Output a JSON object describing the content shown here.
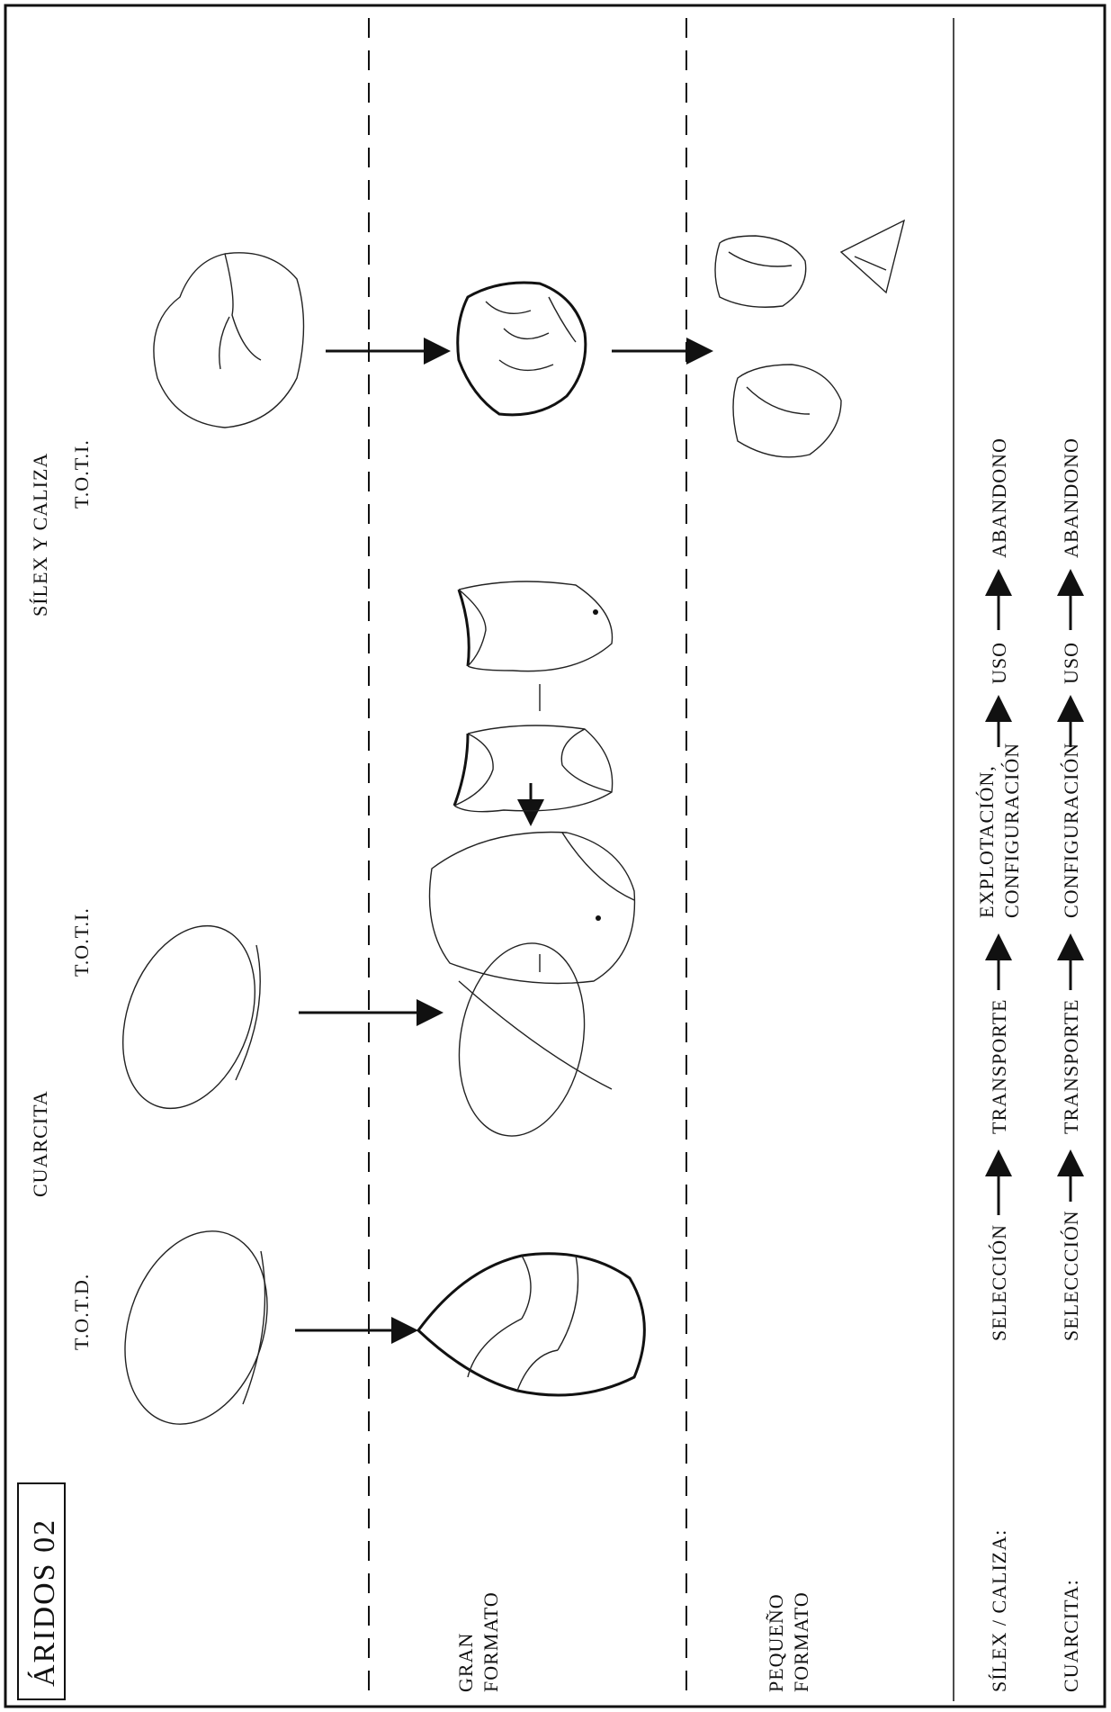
{
  "title": "ÁRIDOS 02",
  "zones": {
    "large_format": "GRAN\nFORMATO",
    "small_format": "PEQUEÑO\nFORMATO"
  },
  "columns": {
    "totd": "T.O.T.D.",
    "quartzite": "CUARCITA",
    "toti_quartzite": "T.O.T.I.",
    "flint_limestone": "SÍLEX Y CALIZA",
    "toti_flint": "T.O.T.I."
  },
  "sequences": {
    "flint": {
      "label": "SÍLEX / CALIZA:",
      "steps": [
        "SELECCIÓN",
        "TRANSPORTE",
        "EXPLOTACIÓN,",
        "CONFIGURACIÓN",
        "USO",
        "ABANDONO"
      ]
    },
    "quartzite": {
      "label": "CUARCITA:",
      "steps": [
        "SELECCCIÓN",
        "TRANSPORTE",
        "CONFIGURACIÓN",
        "USO",
        "ABANDONO"
      ]
    }
  },
  "icons": {
    "pebble": "oval-pebble-icon",
    "biface": "biface-tool-icon",
    "nodule": "flint-nodule-icon",
    "core": "flint-core-icon",
    "flake": "flake-fragment-icon"
  }
}
